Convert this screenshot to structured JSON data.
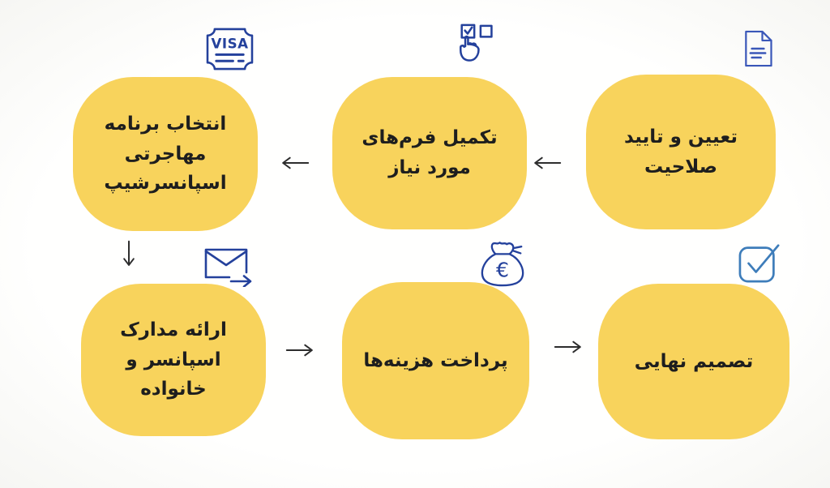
{
  "diagram": {
    "type": "process-flow",
    "direction": "rtl",
    "steps": [
      {
        "order": 1,
        "label": "تعیین و تایید صلاحیت",
        "lines": [
          "تعیین و تایید",
          "صلاحیت"
        ],
        "icon": "document-icon"
      },
      {
        "order": 2,
        "label": "تکمیل فرم‌های مورد نیاز",
        "lines": [
          "تکمیل فرم‌های",
          "مورد نیاز"
        ],
        "icon": "checkbox-click-icon"
      },
      {
        "order": 3,
        "label": "انتخاب برنامه مهاجرتی اسپانسرشیپ",
        "lines": [
          "انتخاب برنامه",
          "مهاجرتی",
          "اسپانسرشیپ"
        ],
        "icon": "visa-stamp-icon"
      },
      {
        "order": 4,
        "label": "ارائه مدارک اسپانسر و خانواده",
        "lines": [
          "ارائه مدارک",
          "اسپانسر و خانواده"
        ],
        "icon": "envelope-send-icon"
      },
      {
        "order": 5,
        "label": "پرداخت هزینه‌ها",
        "lines": [
          "پرداخت هزینه‌ها"
        ],
        "icon": "money-bag-euro-icon"
      },
      {
        "order": 6,
        "label": "تصمیم نهایی",
        "lines": [
          "تصمیم نهایی"
        ],
        "icon": "checkbox-checked-icon"
      }
    ],
    "connectors": [
      {
        "from": 1,
        "to": 2,
        "direction": "left"
      },
      {
        "from": 2,
        "to": 3,
        "direction": "left"
      },
      {
        "from": 3,
        "to": 4,
        "direction": "down"
      },
      {
        "from": 4,
        "to": 5,
        "direction": "right"
      },
      {
        "from": 5,
        "to": 6,
        "direction": "right"
      }
    ],
    "icon_text": {
      "visa": "VISA",
      "euro": "€"
    },
    "colors": {
      "box_fill": "#F8D35C",
      "icon_navy": "#24419C",
      "icon_blue": "#3A57B8",
      "icon_steel_blue": "#3E7DBA",
      "arrow": "#2D2D2D",
      "text": "#1E1E1E",
      "background": "#FDFDFA"
    }
  }
}
